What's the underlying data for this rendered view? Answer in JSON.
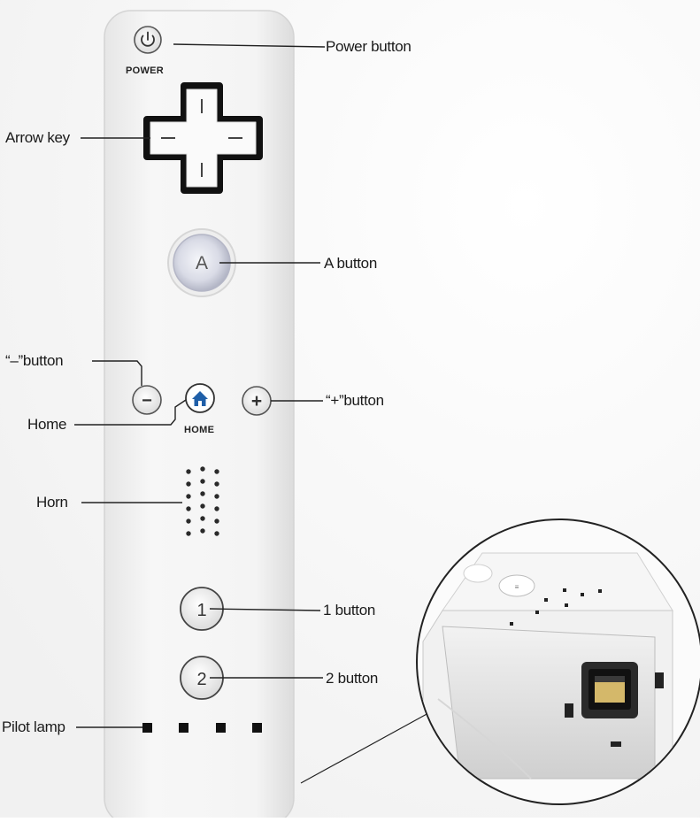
{
  "device_labels": {
    "power": "POWER",
    "home": "HOME",
    "a_button_glyph": "A",
    "one_glyph": "1",
    "two_glyph": "2",
    "minus_glyph": "−",
    "plus_glyph": "+"
  },
  "callouts": {
    "power": "Power button",
    "arrow": "Arrow key",
    "a": "A button",
    "minus": "“–”button",
    "home": "Home",
    "plus": "“+”button",
    "horn": "Horn",
    "one": "1 button",
    "two": "2 button",
    "pilot": "Pilot lamp"
  },
  "icons": [
    "power-icon",
    "home-icon"
  ],
  "colors": {
    "body": "#f4f4f4",
    "outline": "#c9c9c9",
    "line": "#222222",
    "home_blue": "#1f5fa8"
  }
}
